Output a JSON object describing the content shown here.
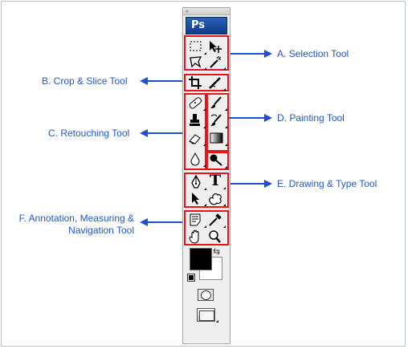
{
  "toolbar": {
    "grip_glyph": "«",
    "logo": "Ps"
  },
  "labels": {
    "selection": "A. Selection Tool",
    "crop_slice": "B. Crop & Slice Tool",
    "retouching": "C. Retouching Tool",
    "painting": "D. Painting Tool",
    "drawing_type": "E. Drawing & Type Tool",
    "annotation_line1": "F. Annotation, Measuring &",
    "annotation_line2": "Navigation Tool"
  },
  "tools": {
    "type_glyph": "T",
    "swap_glyph": "⇆"
  },
  "colors": {
    "highlight_border": "#e8141c",
    "callout_blue": "#2357c6",
    "logo_blue": "#1d4fa3"
  }
}
